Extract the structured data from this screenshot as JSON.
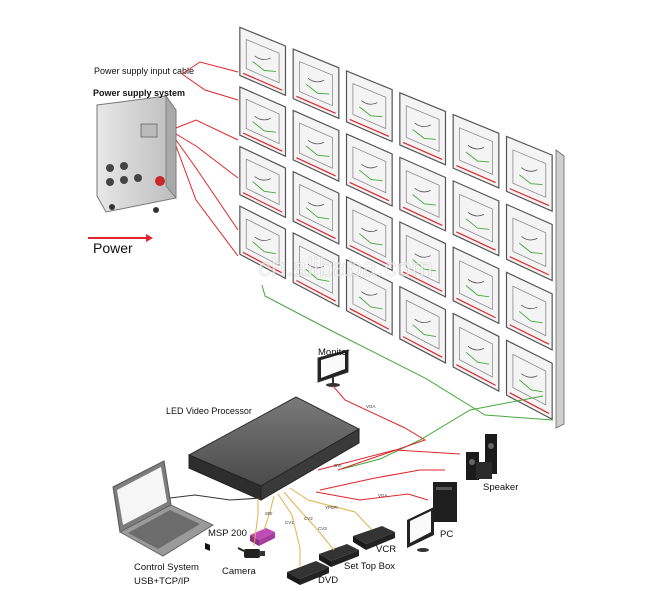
{
  "labels": {
    "power_supply_input_cable": "Power supply input cable",
    "power_supply_system": "Power supply system",
    "power": "Power",
    "watermark": "ch.alibaba.com",
    "monitor": "Monitor",
    "led_video_processor": "LED Video Processor",
    "speaker": "Speaker",
    "pc": "PC",
    "vcr": "VCR",
    "set_top_box": "Set Top Box",
    "dvd": "DVD",
    "camera": "Camera",
    "msp200": "MSP 200",
    "control_system_line1": "Control System",
    "control_system_line2": "USB+TCP/IP"
  },
  "cable_labels": {
    "vga_monitor": "VGA",
    "dvi": "DVI",
    "vga_pc": "VGA",
    "ypbpr": "YPbPr",
    "sdi": "SDI",
    "cv1": "CV1",
    "cv2": "CV2",
    "cv3": "CV3"
  },
  "led_wall": {
    "rows": 4,
    "cols": 6
  },
  "colors": {
    "power_cable": "#e0262b",
    "data_cable": "#45a83c",
    "av_cable": "#e0b24a",
    "panel_frame": "#555555",
    "panel_face": "#f4f4f4"
  }
}
